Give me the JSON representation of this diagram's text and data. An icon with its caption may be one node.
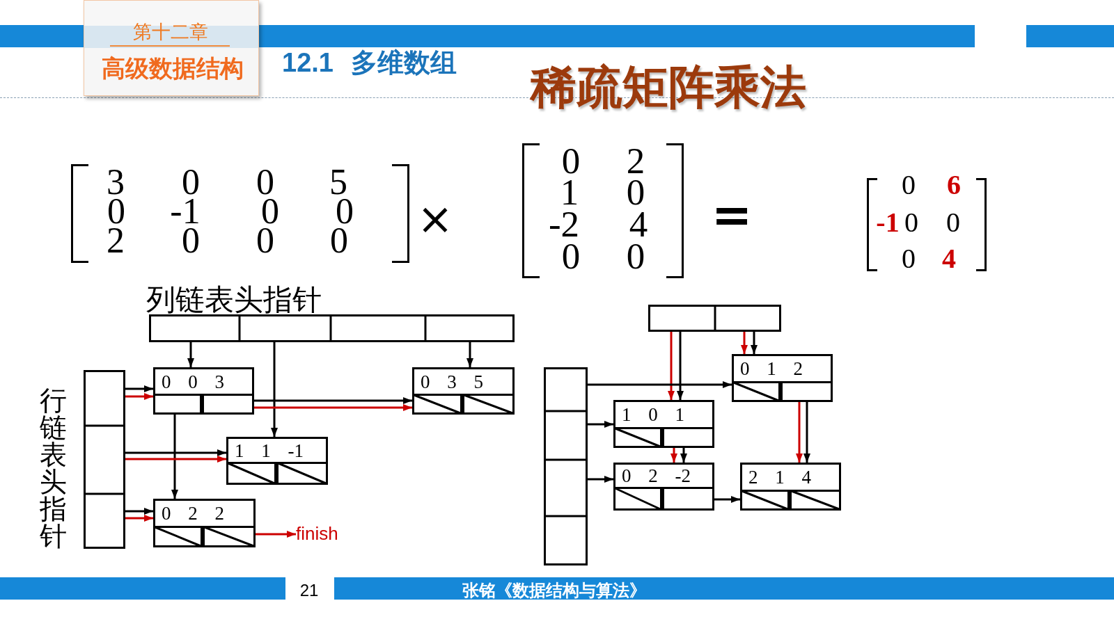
{
  "diagram": {
    "title": "稀疏矩阵乘法",
    "nodes": [
      {
        "text": [
          "列链表头指针"
        ]
      },
      {
        "text": [
          "行链表头指针"
        ]
      },
      {
        "text": [
          "0 0 3"
        ]
      },
      {
        "text": [
          "0 3 5"
        ]
      },
      {
        "text": [
          "1 1 -1"
        ]
      },
      {
        "text": [
          "0 2 2"
        ]
      },
      {
        "text": [
          "finish"
        ]
      },
      {
        "text": [],
        "shape": "box"
      },
      {
        "text": [],
        "shape": "box"
      },
      {
        "text": [
          "0 1 2"
        ]
      },
      {
        "text": [
          "1 0 1"
        ]
      },
      {
        "text": [
          "0 2 -2"
        ]
      },
      {
        "text": [
          "2 1 4"
        ]
      }
    ],
    "edges": [
      {
        "from": 0,
        "to": 2,
        "arrow": "to"
      },
      {
        "from": 0,
        "to": 4,
        "arrow": "to"
      },
      {
        "from": 0,
        "to": 3,
        "arrow": "to"
      },
      {
        "from": 1,
        "to": 2,
        "arrow": "to"
      },
      {
        "from": 1,
        "to": 2,
        "arrow": "to",
        "color": "#cc0000"
      },
      {
        "from": 2,
        "to": 3,
        "arrow": "to"
      },
      {
        "from": 2,
        "to": 3,
        "arrow": "to",
        "color": "#cc0000"
      },
      {
        "from": 2,
        "to": 5,
        "arrow": "to"
      },
      {
        "from": 1,
        "to": 4,
        "arrow": "to"
      },
      {
        "from": 1,
        "to": 4,
        "arrow": "to",
        "color": "#cc0000"
      },
      {
        "from": 1,
        "to": 5,
        "arrow": "to"
      },
      {
        "from": 1,
        "to": 5,
        "arrow": "to",
        "color": "#cc0000"
      },
      {
        "from": 5,
        "to": 6,
        "arrow": "to",
        "color": "#cc0000"
      },
      {
        "from": 7,
        "to": 10,
        "arrow": "to",
        "color": "#cc0000"
      },
      {
        "from": 7,
        "to": 10,
        "arrow": "to"
      },
      {
        "from": 7,
        "to": 9,
        "arrow": "to",
        "color": "#cc0000"
      },
      {
        "from": 7,
        "to": 9,
        "arrow": "to"
      },
      {
        "from": 8,
        "to": 9,
        "arrow": "to"
      },
      {
        "from": 8,
        "to": 10,
        "arrow": "to"
      },
      {
        "from": 8,
        "to": 11,
        "arrow": "to"
      },
      {
        "from": 10,
        "to": 11,
        "arrow": "to",
        "color": "#cc0000"
      },
      {
        "from": 10,
        "to": 11,
        "arrow": "to"
      },
      {
        "from": 9,
        "to": 12,
        "arrow": "to",
        "color": "#cc0000"
      },
      {
        "from": 9,
        "to": 12,
        "arrow": "to"
      },
      {
        "from": 11,
        "to": 12,
        "arrow": "to"
      }
    ],
    "labels": [
      "第十二章",
      "高级数据结构",
      "12.1 多维数组",
      "3",
      "0",
      "0",
      "5",
      "0",
      "-1",
      "0",
      "0",
      "2",
      "0",
      "0",
      "0",
      "×",
      "0",
      "2",
      "1",
      "0",
      "-2",
      "4",
      "0",
      "0",
      "=",
      "0",
      "6",
      "-1",
      "0",
      "0",
      "0",
      "4",
      "21",
      "张铭《数据结构与算法》"
    ]
  }
}
